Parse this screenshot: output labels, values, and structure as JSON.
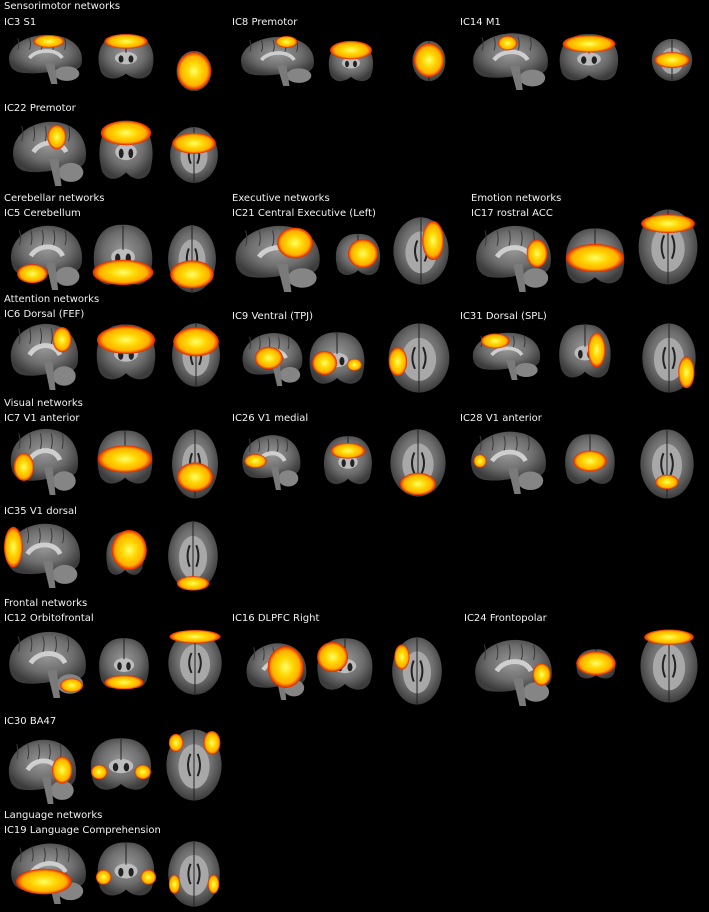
{
  "colors": {
    "background": "#000000",
    "text": "#f2f2f2",
    "blob_inner": "#ffff66",
    "blob_mid": "#ffb000",
    "blob_outer": "#e02000"
  },
  "groups": {
    "sensorimotor": "Sensorimotor networks",
    "cerebellar": "Cerebellar networks",
    "executive": "Executive networks",
    "emotion": "Emotion networks",
    "attention": "Attention networks",
    "visual": "Visual networks",
    "frontal": "Frontal networks",
    "language": "Language networks"
  },
  "components": {
    "ic3": "IC3 S1",
    "ic8": "IC8 Premotor",
    "ic14": "IC14 M1",
    "ic22": "IC22 Premotor",
    "ic5": "IC5 Cerebellum",
    "ic21": "IC21 Central Executive (Left)",
    "ic17": "IC17 rostral ACC",
    "ic6": "IC6 Dorsal (FEF)",
    "ic9": "IC9 Ventral (TPJ)",
    "ic31": "IC31 Dorsal (SPL)",
    "ic7": "IC7 V1 anterior",
    "ic26": "IC26 V1 medial",
    "ic28": "IC28 V1 anterior",
    "ic35": "IC35 V1 dorsal",
    "ic12": "IC12 Orbitofrontal",
    "ic16": "IC16 DLPFC Right",
    "ic24": "IC24 Frontopolar",
    "ic30": "IC30 BA47",
    "ic19": "IC19 Language Comprehension"
  }
}
